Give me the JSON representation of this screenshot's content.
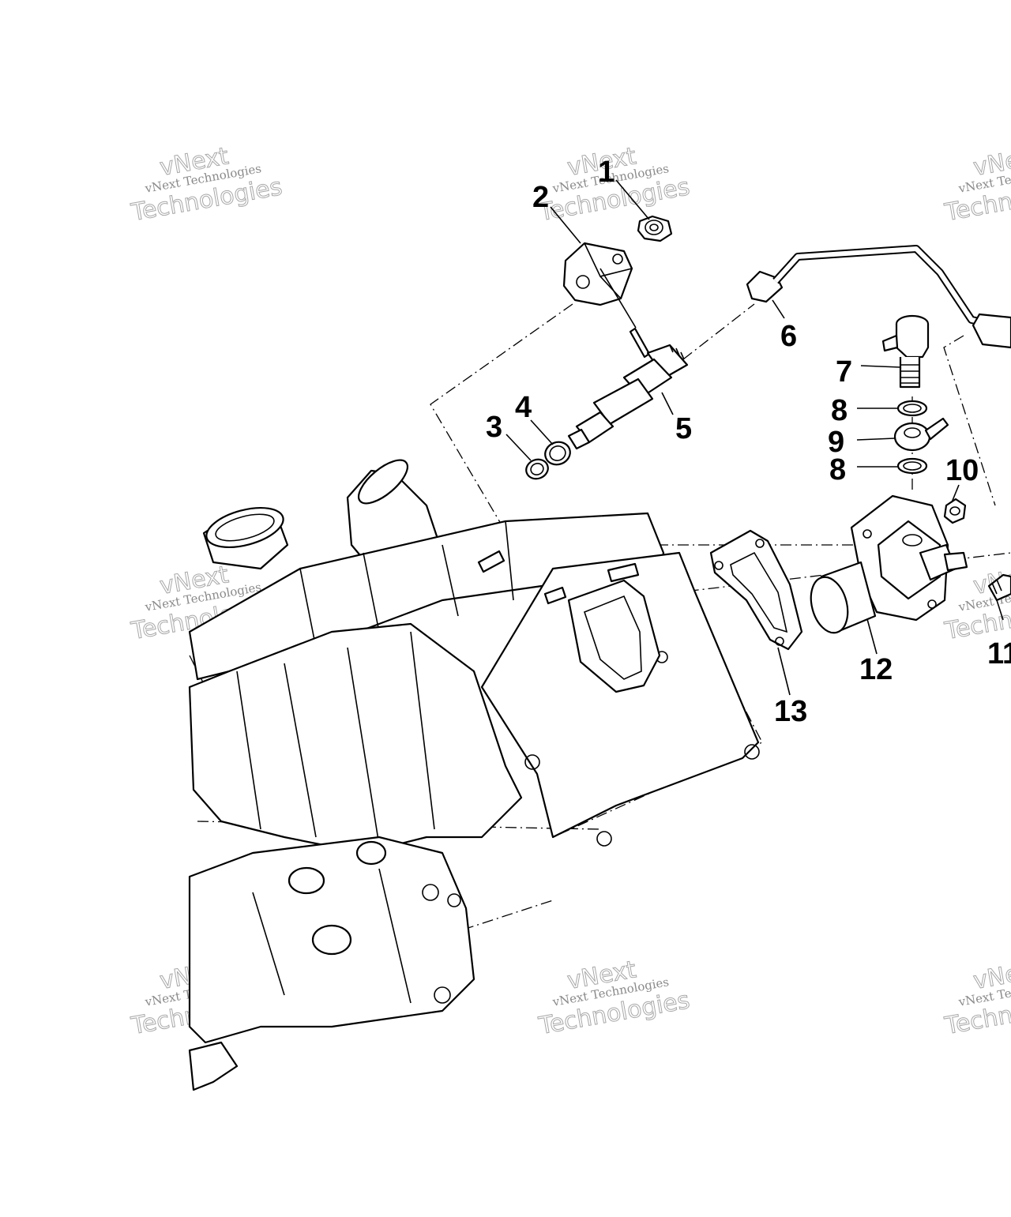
{
  "callouts": [
    {
      "id": "c1",
      "label": "1"
    },
    {
      "id": "c2",
      "label": "2"
    },
    {
      "id": "c3",
      "label": "3"
    },
    {
      "id": "c4",
      "label": "4"
    },
    {
      "id": "c5",
      "label": "5"
    },
    {
      "id": "c6",
      "label": "6"
    },
    {
      "id": "c7",
      "label": "7"
    },
    {
      "id": "c8a",
      "label": "8"
    },
    {
      "id": "c9",
      "label": "9"
    },
    {
      "id": "c8b",
      "label": "8"
    },
    {
      "id": "c10",
      "label": "10"
    },
    {
      "id": "c11",
      "label": "11"
    },
    {
      "id": "c12",
      "label": "12"
    },
    {
      "id": "c13",
      "label": "13"
    }
  ],
  "watermark": {
    "line1": "vNext",
    "line2": "vNext Technologies",
    "line3": "Technologies"
  },
  "colors": {
    "line": "#000000",
    "background": "#ffffff",
    "watermark": "#8a8a8a"
  }
}
